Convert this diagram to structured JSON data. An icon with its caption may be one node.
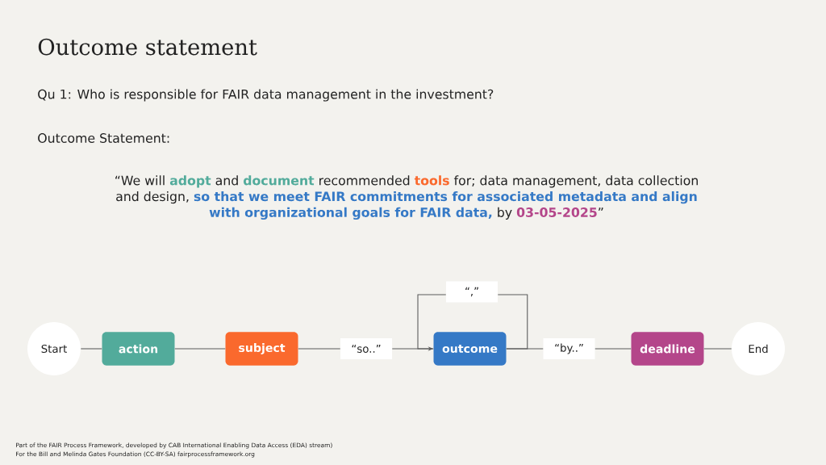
{
  "diagram": {
    "title": "Outcome statement",
    "nodes": [
      {
        "text": [
          "Start"
        ]
      },
      {
        "text": [
          "action"
        ]
      },
      {
        "text": [
          "subject"
        ]
      },
      {
        "text": [
          "“so..”"
        ]
      },
      {
        "text": [
          "outcome"
        ]
      },
      {
        "text": [
          "“,”"
        ]
      },
      {
        "text": [
          "“by..”"
        ]
      },
      {
        "text": [
          "deadline"
        ]
      },
      {
        "text": [
          "End"
        ]
      }
    ],
    "edges": [
      {
        "from": 0,
        "to": 1,
        "arrow": "none"
      },
      {
        "from": 1,
        "to": 2,
        "arrow": "none"
      },
      {
        "from": 2,
        "to": 3,
        "arrow": "none"
      },
      {
        "from": 3,
        "to": 4,
        "arrow": "none"
      },
      {
        "from": 4,
        "to": 5,
        "arrow": "none"
      },
      {
        "from": 5,
        "to": 4,
        "arrow": "to"
      },
      {
        "from": 4,
        "to": 6,
        "arrow": "none"
      },
      {
        "from": 6,
        "to": 7,
        "arrow": "none"
      },
      {
        "from": 7,
        "to": 8,
        "arrow": "none"
      }
    ],
    "labels": [
      "Qu 1: Who is responsible for FAIR data management in the investment?",
      "Outcome Statement:",
      "“We will **adopt** and **document** recommended **tools** for; data management, data collection and design, **so that we meet FAIR commitments for associated metadata and align with organizational goals for FAIR data,** by **03-05-2025**”",
      "Part of the FAIR Process Framework, developed by CAB International Enabling Data Access (EDA) stream)",
      "For the Bill and Melinda Gates Foundation (CC-BY-SA) fairprocessframework.org"
    ]
  }
}
